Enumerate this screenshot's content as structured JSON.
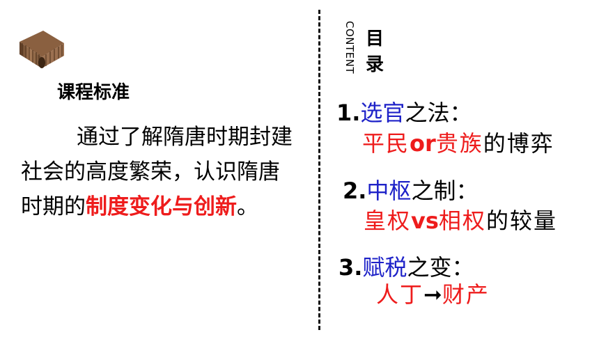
{
  "left": {
    "standard_title": "课程标准",
    "paragraph_part1": "通过了解隋唐时期封建社会的高度繁荣，认识隋唐时期的",
    "paragraph_highlight": "制度变化与创新",
    "paragraph_end": "。"
  },
  "toc": {
    "content_label": "CONTENT",
    "title": "目录",
    "items": [
      {
        "num": "1.",
        "topic": "选官",
        "suffix": "之法：",
        "sub_a": "平民",
        "sub_mid": "or",
        "sub_b": "贵族",
        "sub_end": "的博弈"
      },
      {
        "num": "2.",
        "topic": "中枢",
        "suffix": "之制：",
        "sub_a": "皇权",
        "sub_mid": "vs",
        "sub_b": "相权",
        "sub_end": "的较量"
      },
      {
        "num": "3.",
        "topic": "赋税",
        "suffix": "之变：",
        "sub_a": "人丁",
        "sub_mid": "➞",
        "sub_b": "财产",
        "sub_end": ""
      }
    ]
  },
  "colors": {
    "highlight_red": "#ee1c1c",
    "topic_blue": "#1e22c8"
  },
  "icons": {
    "scroll": "bamboo-scroll-icon"
  }
}
